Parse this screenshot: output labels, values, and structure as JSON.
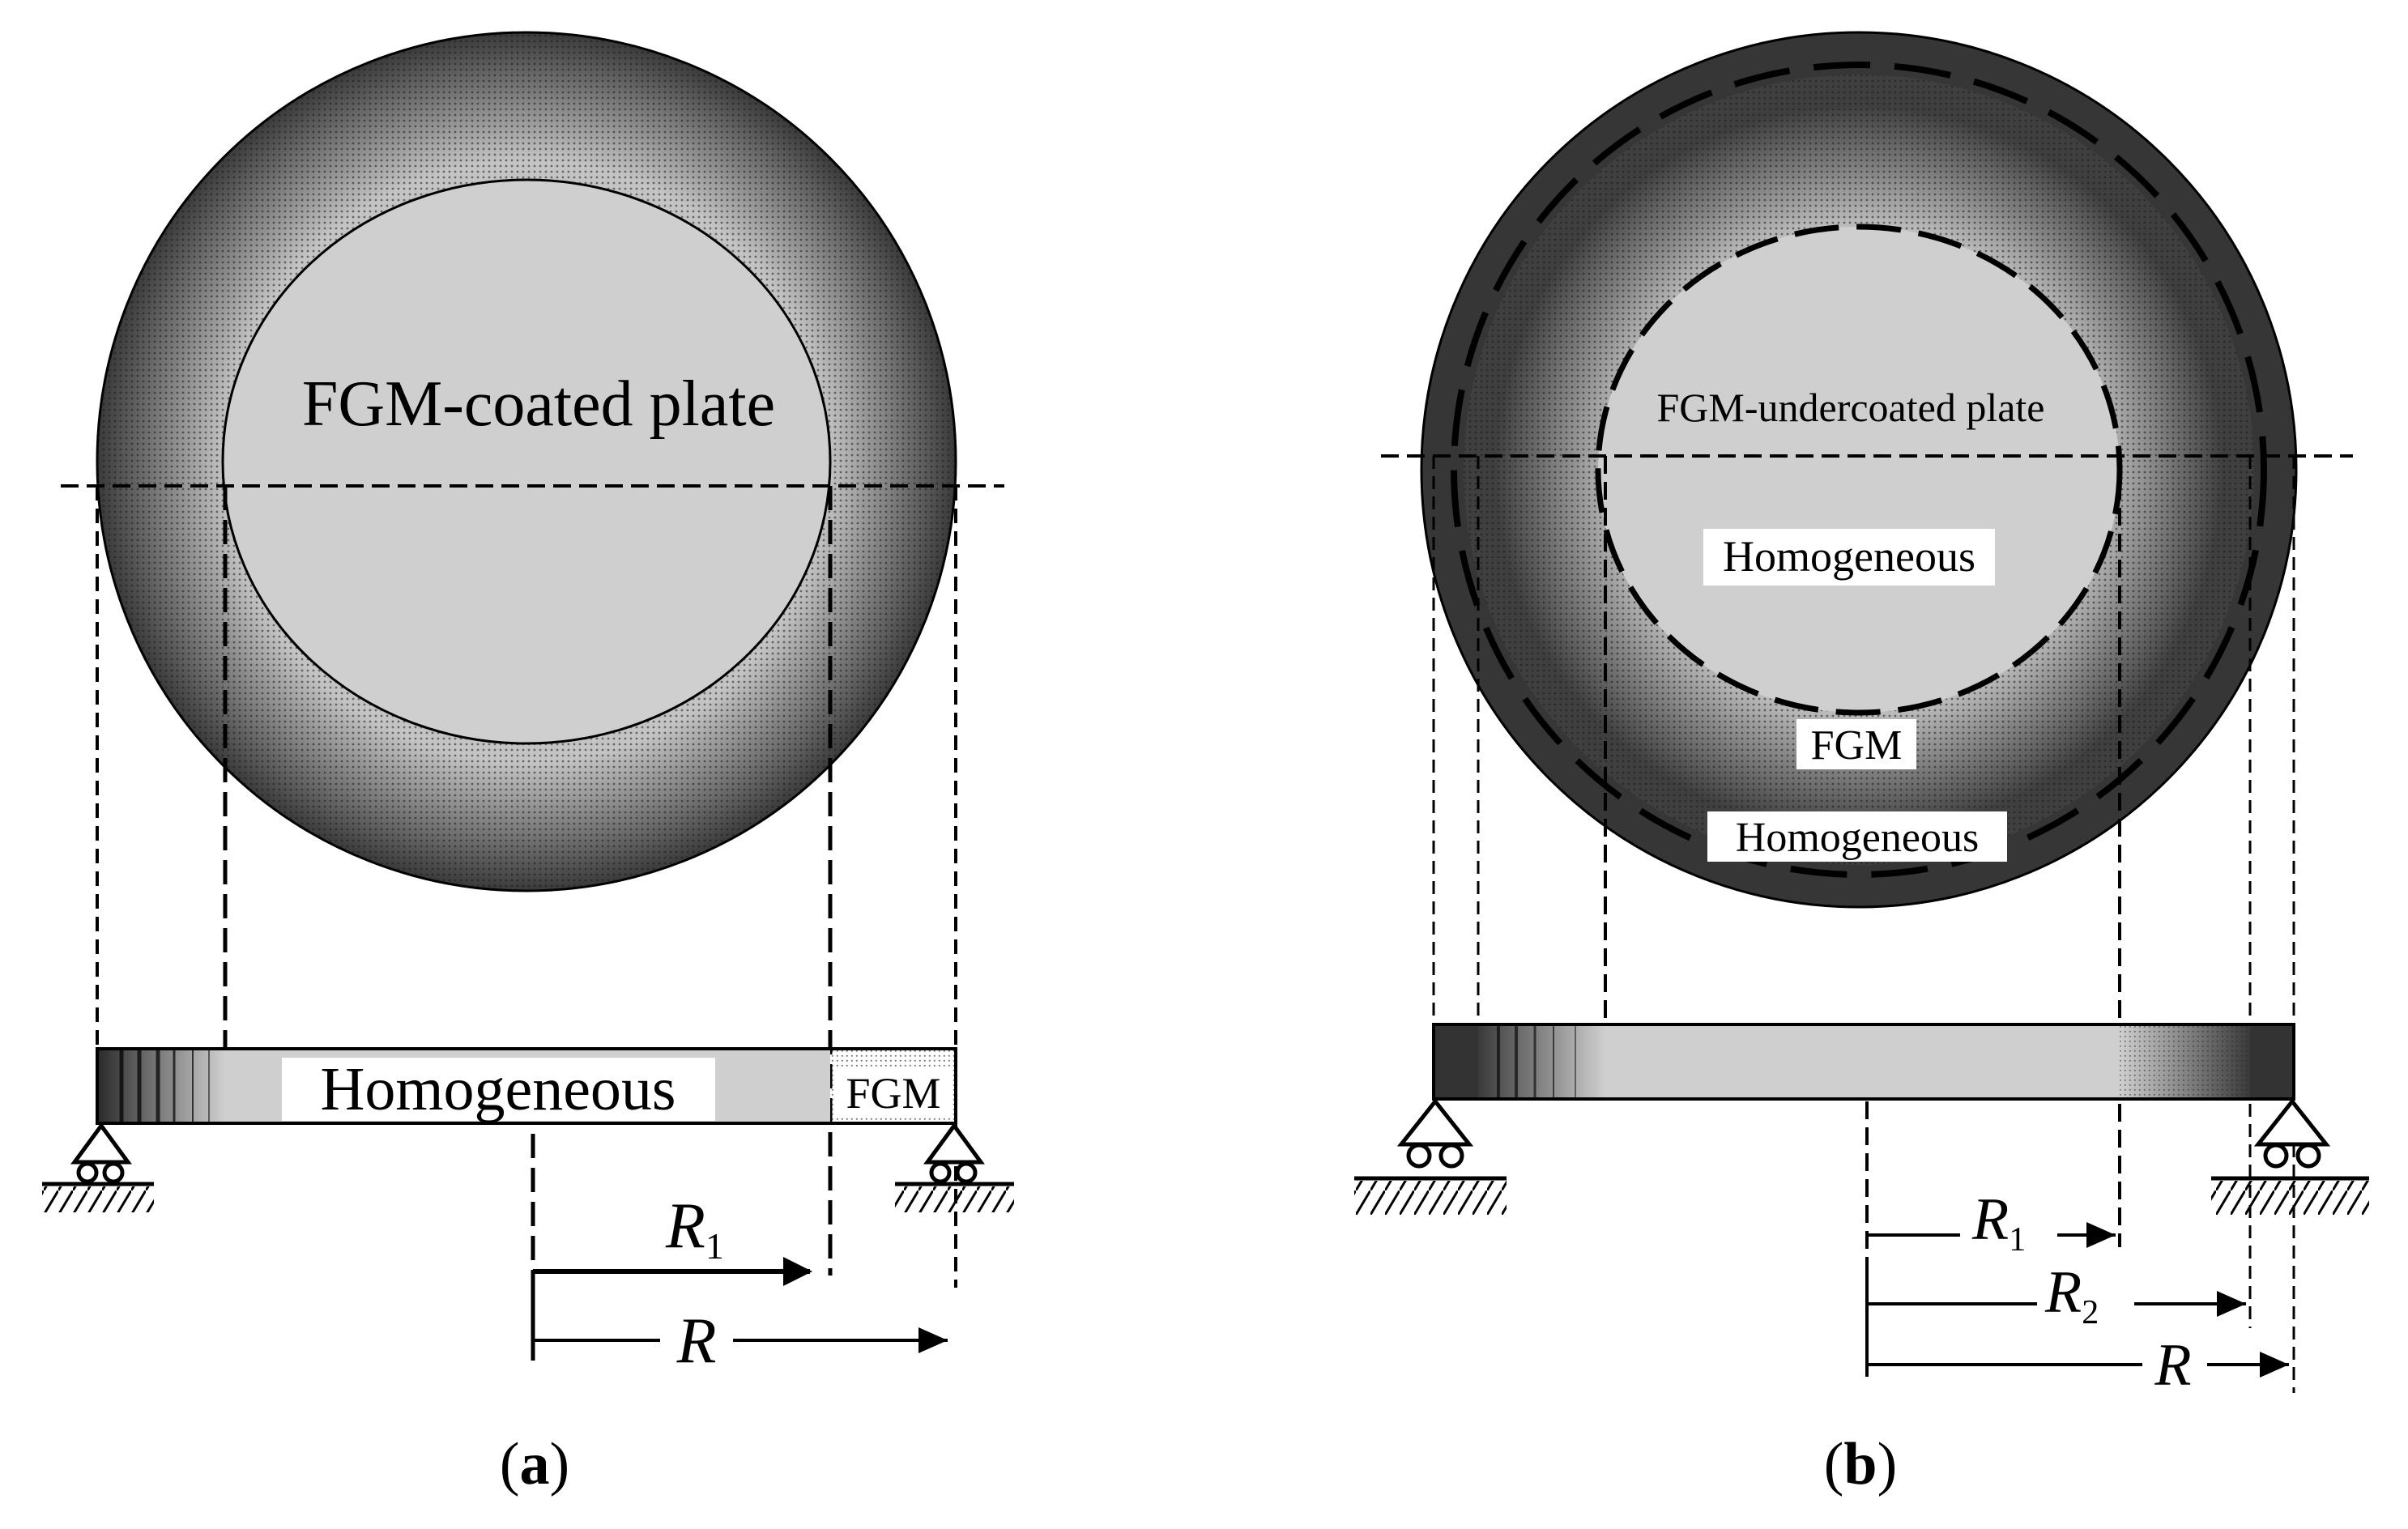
{
  "panel_a": {
    "plate_label": "FGM-coated plate",
    "homogeneous_label": "Homogeneous",
    "fgm_label": "FGM",
    "r1_letter": "R",
    "r1_sub": "1",
    "r_label": "R",
    "caption_open": "(",
    "caption_letter": "a",
    "caption_close": ")"
  },
  "panel_b": {
    "plate_label": "FGM-undercoated plate",
    "homogeneous_inner_label": "Homogeneous",
    "fgm_label": "FGM",
    "homogeneous_outer_label": "Homogeneous",
    "r1_letter": "R",
    "r1_sub": "1",
    "r2_letter": "R",
    "r2_sub": "2",
    "r_label": "R",
    "caption_open": "(",
    "caption_letter": "b",
    "caption_close": ")"
  },
  "colors": {
    "homogeneous_fill": "#cfcfcf",
    "fgm_dark": "#3a3a3a",
    "outer_dark": "#333333",
    "line": "#000000"
  }
}
